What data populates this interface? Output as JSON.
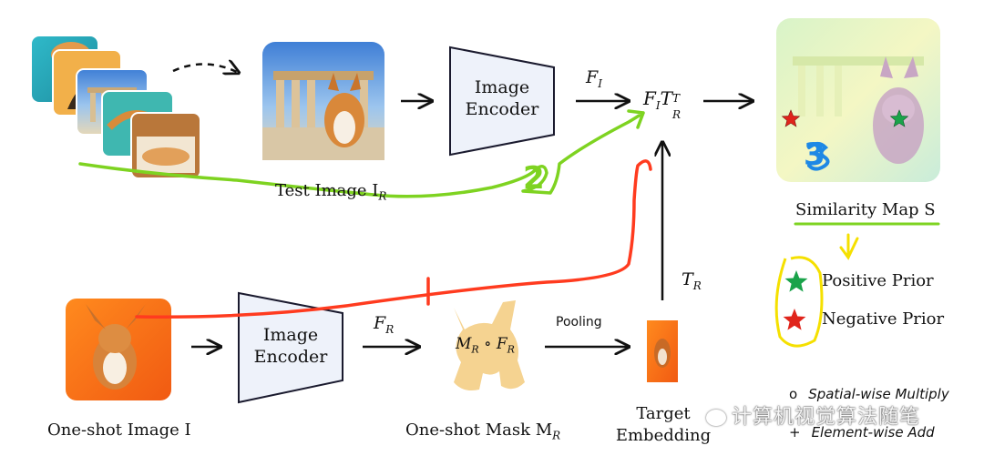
{
  "labels": {
    "test_image": "Test Image I",
    "test_image_sub": "R",
    "one_shot_image": "One-shot Image I",
    "one_shot_mask": "One-shot Mask M",
    "one_shot_mask_sub": "R",
    "image_encoder_top_l1": "Image",
    "image_encoder_top_l2": "Encoder",
    "image_encoder_bot_l1": "Image",
    "image_encoder_bot_l2": "Encoder",
    "fi": "F",
    "fi_sub": "I",
    "fr": "F",
    "fr_sub": "R",
    "product_f": "F",
    "product_f_sub": "I",
    "product_t": "T",
    "product_t_sub": "R",
    "product_t_sup": "T",
    "tr": "T",
    "tr_sub": "R",
    "mask_formula_m": "M",
    "mask_formula_m_sub": "R",
    "mask_formula_op": "∘",
    "mask_formula_f": "F",
    "mask_formula_f_sub": "R",
    "pooling": "Pooling",
    "target_embedding_l1": "Target",
    "target_embedding_l2": "Embedding",
    "similarity_map": "Similarity Map S",
    "positive_prior": "Positive Prior",
    "negative_prior": "Negative Prior",
    "legend_spatial_symbol": "o",
    "legend_spatial": "Spatial-wise Multiply",
    "legend_element_symbol": "+",
    "legend_element": "Element-wise Add",
    "annotation_two": "2",
    "annotation_three": "3",
    "watermark": "计算机视觉算法随笔"
  },
  "colors": {
    "green_stroke": "#7ed321",
    "red_stroke": "#ff3b1f",
    "yellow_stroke": "#f5e000",
    "blue_stroke": "#1e88e5",
    "encoder_fill": "#eef2fa",
    "encoder_stroke": "#1a1a2e",
    "mask_fill": "#f5d391",
    "star_green": "#1aa34a",
    "star_red": "#e0241b"
  },
  "icons": [
    "positive-star-icon",
    "negative-star-icon",
    "wechat-logo-icon"
  ]
}
